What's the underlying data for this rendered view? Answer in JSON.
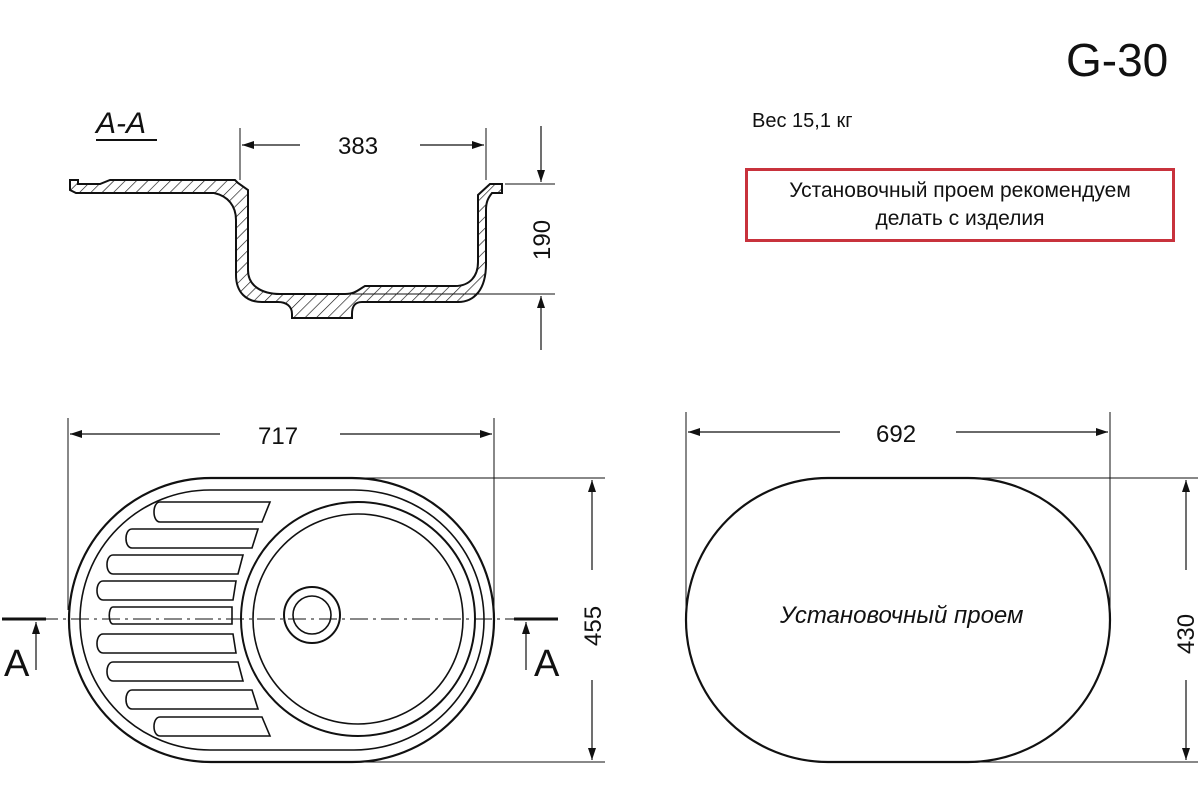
{
  "model": "G-30",
  "section_label": "A-A",
  "weight_text": "Вес 15,1 кг",
  "note_lines": [
    "Установочный проем рекомендуем",
    "делать с изделия"
  ],
  "cutout_label": "Установочный проем",
  "section_marker": "A",
  "dimensions": {
    "bowl_width": "383",
    "depth": "190",
    "sink_length": "717",
    "sink_width": "455",
    "cutout_length": "692",
    "cutout_width": "430"
  },
  "colors": {
    "line": "#111111",
    "note_border": "#c8323c",
    "background": "#ffffff"
  }
}
